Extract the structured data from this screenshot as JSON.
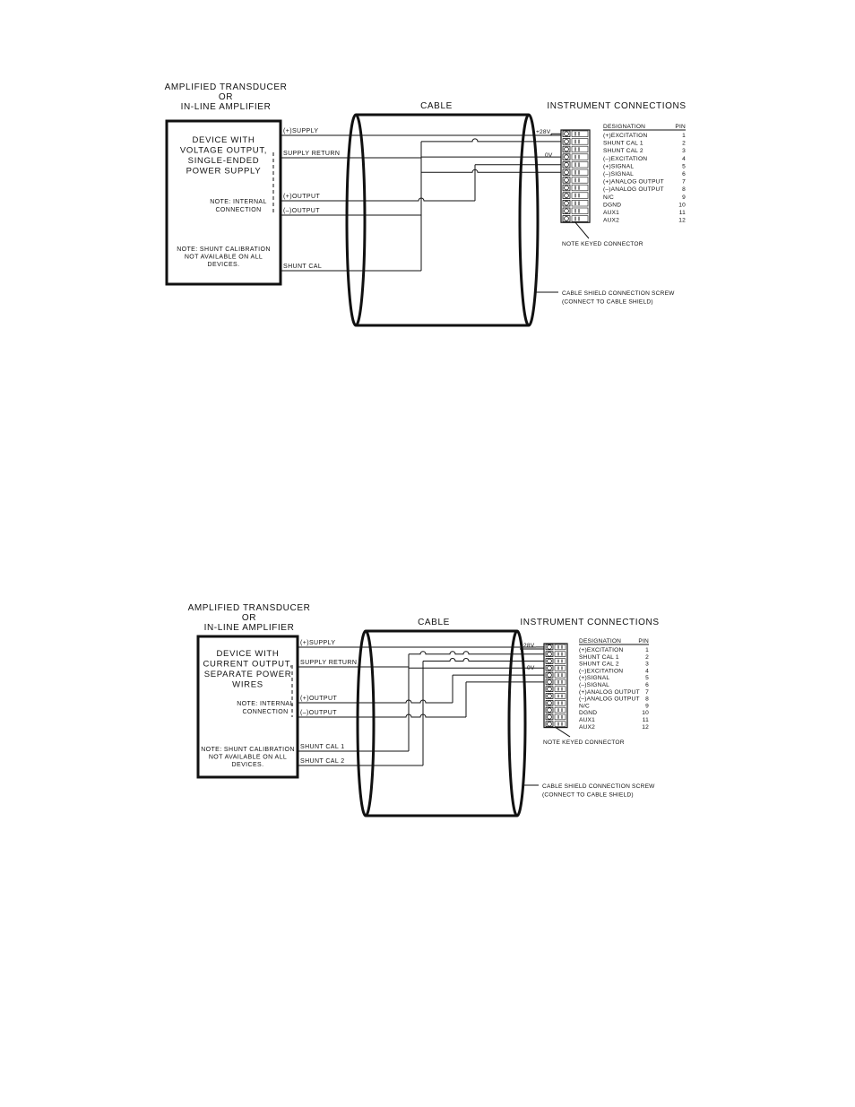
{
  "diagrams": [
    {
      "header": [
        "AMPLIFIED TRANSDUCER",
        "OR",
        "IN-LINE AMPLIFIER"
      ],
      "cable_label": "CABLE",
      "instrument_label": "INSTRUMENT CONNECTIONS",
      "device_text": [
        "DEVICE WITH",
        "VOLTAGE OUTPUT,",
        "SINGLE-ENDED",
        "POWER SUPPLY"
      ],
      "note_internal": [
        "NOTE: INTERNAL",
        "CONNECTION"
      ],
      "note_shunt": [
        "NOTE: SHUNT CALIBRATION",
        "NOT AVAILABLE ON ALL",
        "DEVICES."
      ],
      "wires": [
        "(+)SUPPLY",
        "SUPPLY RETURN",
        "(+)OUTPUT",
        "(–)OUTPUT",
        "SHUNT CAL"
      ],
      "voltage_labels": [
        "+28V",
        "0V"
      ],
      "table_header": [
        "DESIGNATION",
        "PIN"
      ],
      "pins": [
        [
          "(+)EXCITATION",
          "1"
        ],
        [
          "SHUNT CAL 1",
          "2"
        ],
        [
          "SHUNT CAL 2",
          "3"
        ],
        [
          "(–)EXCITATION",
          "4"
        ],
        [
          "(+)SIGNAL",
          "5"
        ],
        [
          "(–)SIGNAL",
          "6"
        ],
        [
          "(+)ANALOG OUTPUT",
          "7"
        ],
        [
          "(–)ANALOG OUTPUT",
          "8"
        ],
        [
          "N/C",
          "9"
        ],
        [
          "DGND",
          "10"
        ],
        [
          "AUX1",
          "11"
        ],
        [
          "AUX2",
          "12"
        ]
      ],
      "keyed_note": "NOTE KEYED CONNECTOR",
      "shield_note": [
        "CABLE SHIELD CONNECTION SCREW",
        "(CONNECT TO CABLE SHIELD)"
      ]
    },
    {
      "header": [
        "AMPLIFIED TRANSDUCER",
        "OR",
        "IN-LINE AMPLIFIER"
      ],
      "cable_label": "CABLE",
      "instrument_label": "INSTRUMENT CONNECTIONS",
      "device_text": [
        "DEVICE WITH",
        "CURRENT OUTPUT,",
        "SEPARATE POWER",
        "WIRES"
      ],
      "note_internal": [
        "NOTE: INTERNAL",
        "CONNECTION"
      ],
      "note_shunt": [
        "NOTE: SHUNT CALIBRATION",
        "NOT AVAILABLE ON ALL",
        "DEVICES."
      ],
      "wires": [
        "(+)SUPPLY",
        "SUPPLY RETURN",
        "(+)OUTPUT",
        "(–)OUTPUT",
        "SHUNT CAL 1",
        "SHUNT CAL 2"
      ],
      "voltage_labels": [
        "+28V",
        "0V"
      ],
      "table_header": [
        "DESIGNATION",
        "PIN"
      ],
      "pins": [
        [
          "(+)EXCITATION",
          "1"
        ],
        [
          "SHUNT CAL 1",
          "2"
        ],
        [
          "SHUNT CAL 2",
          "3"
        ],
        [
          "(–)EXCITATION",
          "4"
        ],
        [
          "(+)SIGNAL",
          "5"
        ],
        [
          "(–)SIGNAL",
          "6"
        ],
        [
          "(+)ANALOG OUTPUT",
          "7"
        ],
        [
          "(–)ANALOG OUTPUT",
          "8"
        ],
        [
          "N/C",
          "9"
        ],
        [
          "DGND",
          "10"
        ],
        [
          "AUX1",
          "11"
        ],
        [
          "AUX2",
          "12"
        ]
      ],
      "keyed_note": "NOTE KEYED CONNECTOR",
      "shield_note": [
        "CABLE SHIELD CONNECTION SCREW",
        "(CONNECT TO CABLE SHIELD)"
      ]
    }
  ]
}
